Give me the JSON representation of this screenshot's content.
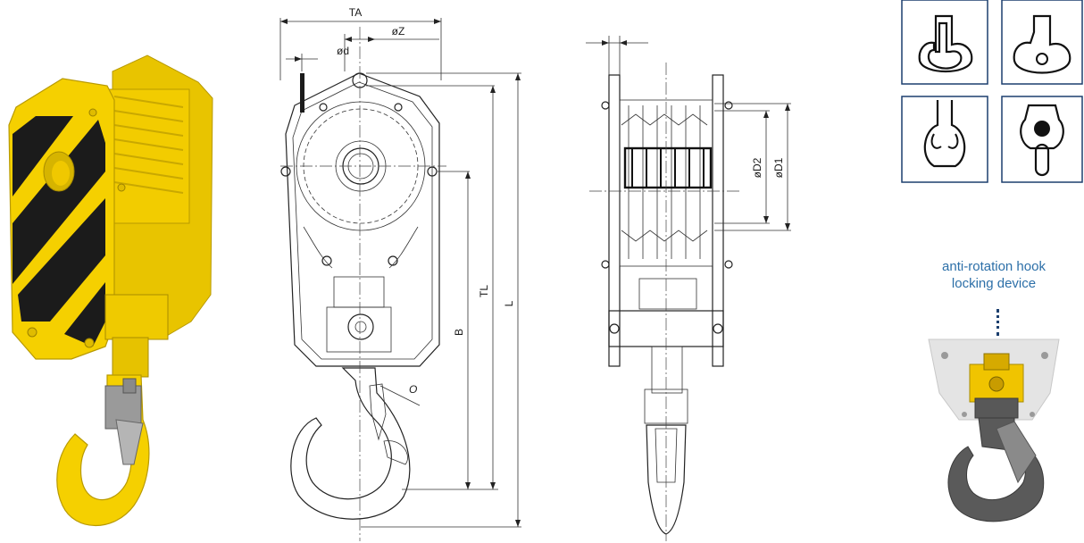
{
  "dimensions": {
    "ta": "TA",
    "oz": "øZ",
    "od": "ød",
    "tl": "TL",
    "l": "L",
    "b": "B",
    "o": "O",
    "od2": "øD2",
    "od1": "øD1"
  },
  "hook_lock_caption": {
    "line1": "anti-rotation hook",
    "line2": "locking device"
  },
  "colors": {
    "yellow": "#f5d000",
    "yellow_dark": "#c9a800",
    "black_stripe": "#1b1b1b",
    "diagram_line": "#222222",
    "icon_frame": "#1c3f6e",
    "caption_blue": "#2c6fa8",
    "grey_hook": "#5a5a5a"
  },
  "icons": [
    "hook-with-safety-latch-icon",
    "hook-with-eye-icon",
    "double-hook-icon",
    "swivel-eye-hook-icon"
  ]
}
